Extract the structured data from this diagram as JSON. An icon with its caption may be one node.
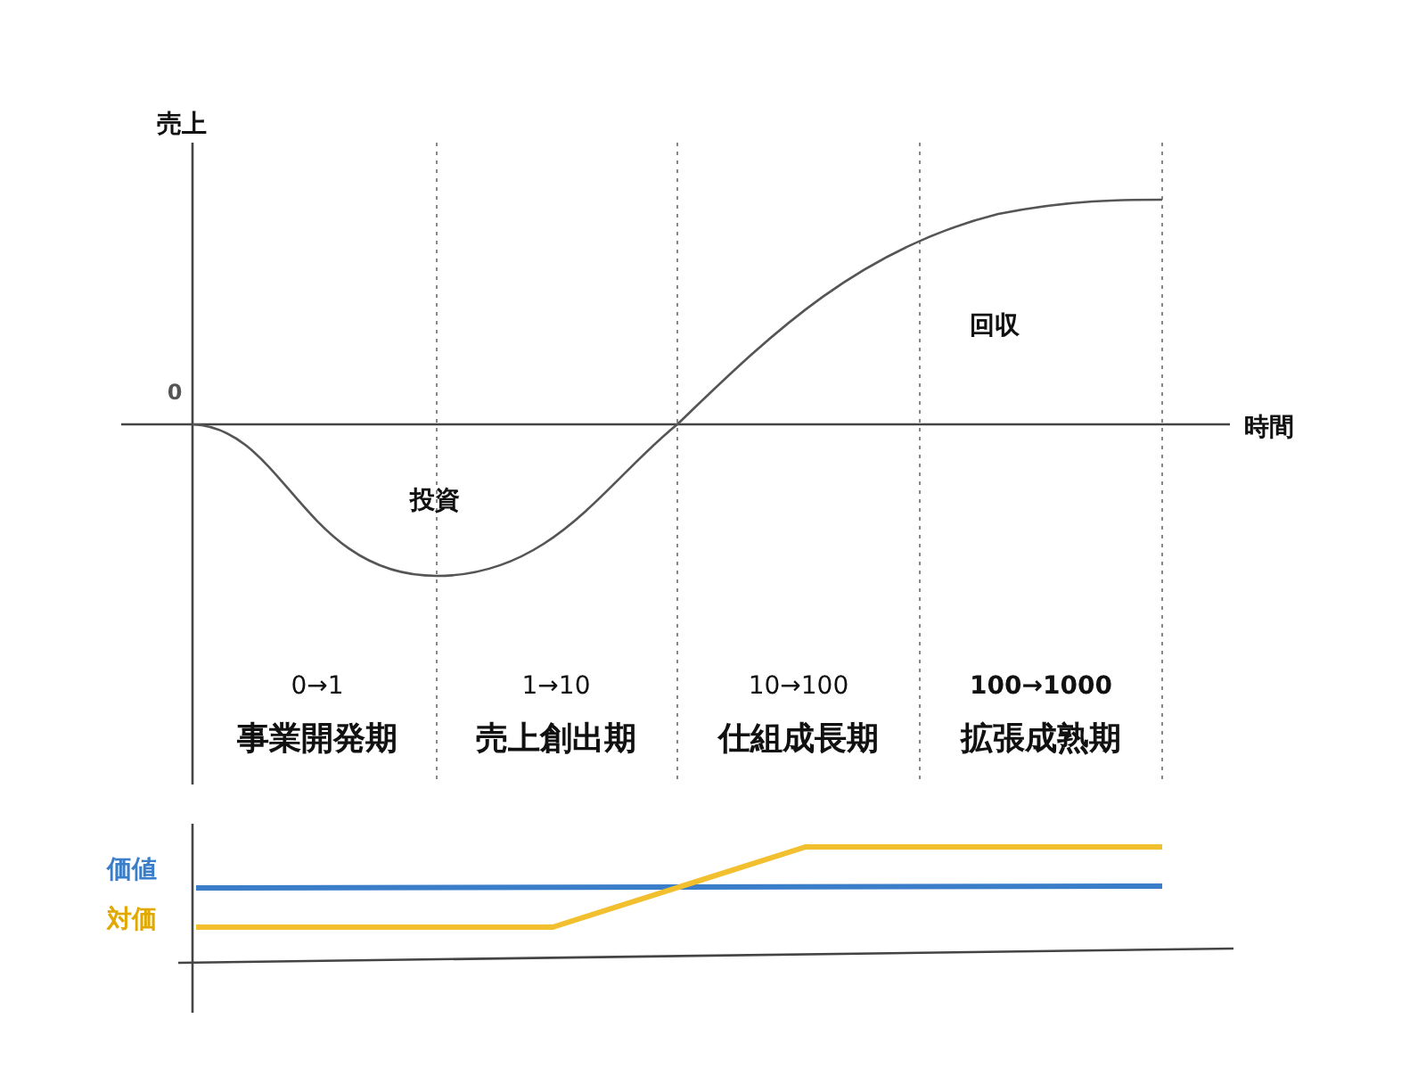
{
  "diagram": {
    "labels": [
      "売上",
      "0",
      "回収",
      "時間",
      "投資",
      "0→1",
      "1→10",
      "10→100",
      "100→1000",
      "事業開発期",
      "売上創出期",
      "仕組成長期",
      "拡張成熟期",
      "価値",
      "対価"
    ]
  }
}
